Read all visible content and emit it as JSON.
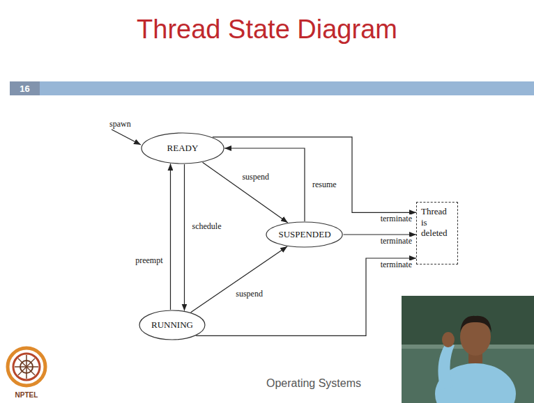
{
  "diagram": {
    "title": "Thread State Diagram",
    "nodes": [
      {
        "text": [
          "READY"
        ]
      },
      {
        "text": [
          "SUSPENDED"
        ]
      },
      {
        "text": [
          "RUNNING"
        ]
      },
      {
        "text": [
          "Thread is deleted"
        ]
      }
    ],
    "edges": [
      {
        "from": 0,
        "to": 1,
        "label": "suspend",
        "arrow": "to"
      },
      {
        "from": 1,
        "to": 0,
        "label": "resume",
        "arrow": "to"
      },
      {
        "from": 0,
        "to": 2,
        "label": "schedule",
        "arrow": "to"
      },
      {
        "from": 2,
        "to": 0,
        "label": "preempt",
        "arrow": "to"
      },
      {
        "from": 2,
        "to": 1,
        "label": "suspend",
        "arrow": "to"
      },
      {
        "from": 0,
        "to": 3,
        "label": "terminate",
        "arrow": "to"
      },
      {
        "from": 1,
        "to": 3,
        "label": "terminate",
        "arrow": "to"
      },
      {
        "from": 2,
        "to": 3,
        "label": "terminate",
        "arrow": "to"
      }
    ],
    "labels": [
      "16",
      "spawn",
      "Operating Systems",
      "NPTEL"
    ]
  }
}
